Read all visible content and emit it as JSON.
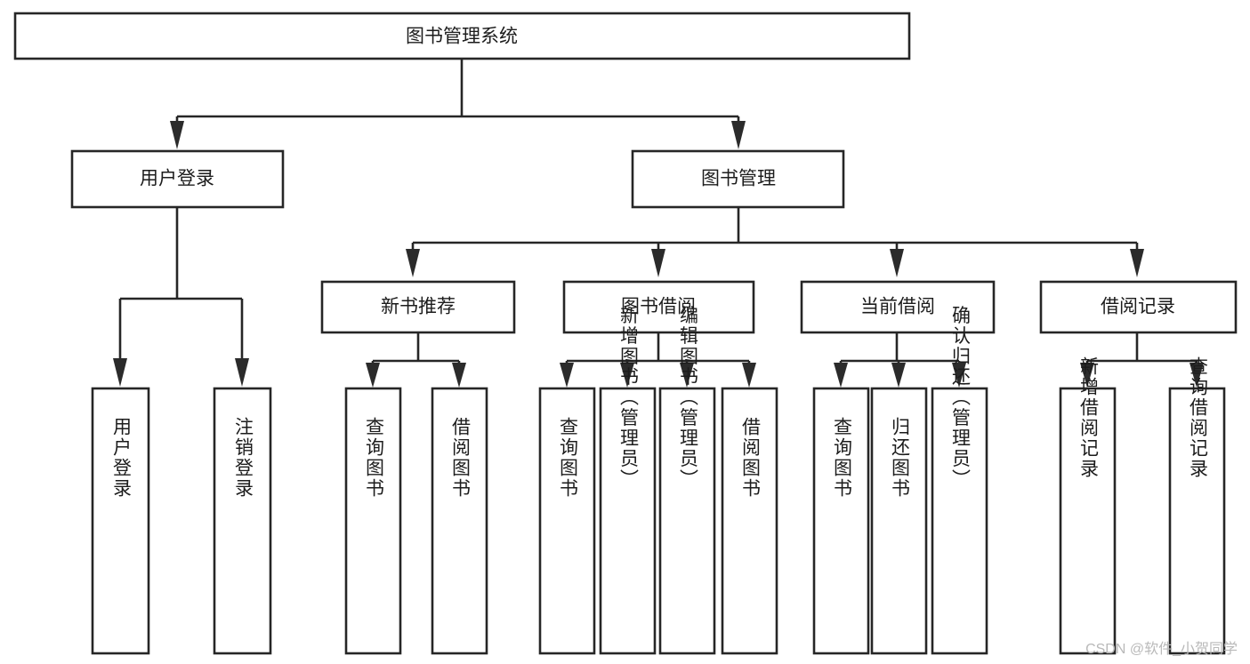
{
  "diagram": {
    "title_node": {
      "label": "图书管理系统"
    },
    "level2": [
      {
        "id": "user-login",
        "label": "用户登录"
      },
      {
        "id": "book-management",
        "label": "图书管理"
      }
    ],
    "level3": [
      {
        "id": "new-book-recommend",
        "label": "新书推荐"
      },
      {
        "id": "book-borrow",
        "label": "图书借阅"
      },
      {
        "id": "current-borrow",
        "label": "当前借阅"
      },
      {
        "id": "borrow-record",
        "label": "借阅记录"
      }
    ],
    "leaves": {
      "user_login": [
        {
          "id": "leaf-user-login",
          "label": "用户登录"
        },
        {
          "id": "leaf-logout-login",
          "label": "注销登录"
        }
      ],
      "new_book_recommend": [
        {
          "id": "leaf-query-book-1",
          "label": "查询图书"
        },
        {
          "id": "leaf-borrow-book-1",
          "label": "借阅图书"
        }
      ],
      "book_borrow": [
        {
          "id": "leaf-query-book-2",
          "label": "查询图书"
        },
        {
          "id": "leaf-add-book",
          "label": "新增图书（管理员）"
        },
        {
          "id": "leaf-edit-book",
          "label": "编辑图书（管理员）"
        },
        {
          "id": "leaf-borrow-book-2",
          "label": "借阅图书"
        }
      ],
      "current_borrow": [
        {
          "id": "leaf-query-book-3",
          "label": "查询图书"
        },
        {
          "id": "leaf-return-book",
          "label": "归还图书"
        },
        {
          "id": "leaf-confirm-return",
          "label": "确认归还（管理员）"
        }
      ],
      "borrow_record": [
        {
          "id": "leaf-add-record",
          "label": "新增借阅记录"
        },
        {
          "id": "leaf-query-record",
          "label": "查询借阅记录"
        }
      ]
    }
  },
  "watermark": {
    "text": "CSDN @软件_小贺同学"
  },
  "colors": {
    "background": "#ffffff",
    "node_fill": "#ffffff",
    "node_stroke": "#262626",
    "text": "#1c1c1c",
    "watermark": "#b9b9b9"
  }
}
